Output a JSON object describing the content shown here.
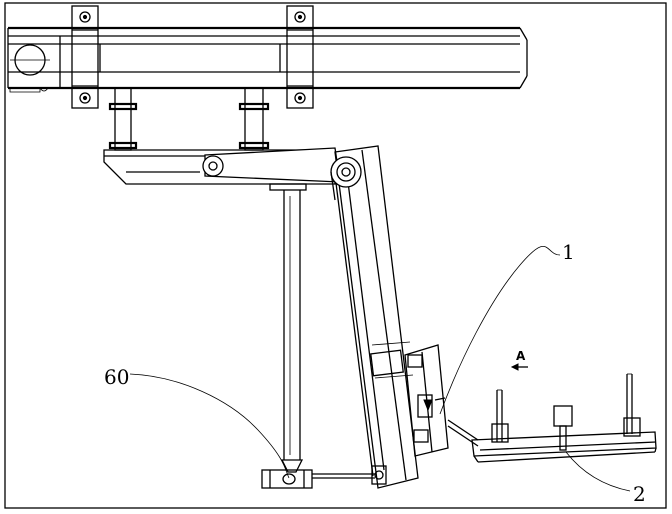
{
  "diagram": {
    "callouts": [
      {
        "id": "part-1",
        "text": "1"
      },
      {
        "id": "part-2",
        "text": "2"
      },
      {
        "id": "part-60",
        "text": "60"
      }
    ],
    "view_marker": {
      "text": "A"
    }
  },
  "colors": {
    "line": "#000000",
    "background": "#ffffff"
  }
}
